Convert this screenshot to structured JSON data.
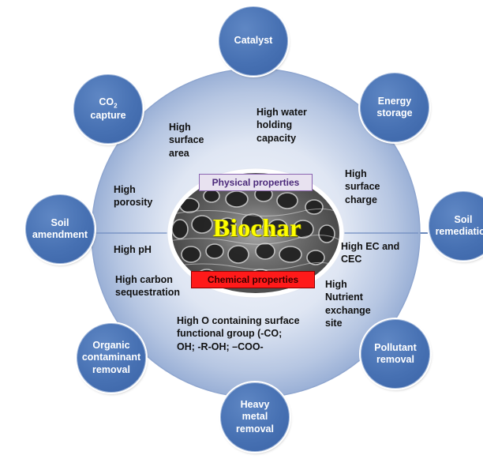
{
  "center": {
    "title": "Biochar",
    "physical_label": "Physical properties",
    "chemical_label": "Chemical properties"
  },
  "applications": {
    "catalyst": "Catalyst",
    "energy_storage": "Energy\nstorage",
    "soil_remediation": "Soil\nremediation",
    "pollutant_removal": "Pollutant\nremoval",
    "heavy_metal_removal": "Heavy\nmetal\nremoval",
    "organic_contaminant_removal": "Organic\ncontaminant\nremoval",
    "soil_amendment": "Soil\namendment",
    "co2_capture_prefix": "CO",
    "co2_capture_sub": "2",
    "co2_capture_suffix": "capture"
  },
  "physical_properties": {
    "surface_area": "High\nsurface\narea",
    "water_holding": "High water\nholding\ncapacity",
    "porosity": "High\nporosity",
    "surface_charge": "High\nsurface\ncharge"
  },
  "chemical_properties": {
    "ph": "High pH",
    "carbon_sequestration": "High carbon\nsequestration",
    "ec_cec": "High EC and\nCEC",
    "nutrient_exchange": "High\nNutrient\nexchange\nsite",
    "o_functional_groups": "High O containing surface\nfunctional group (-CO;\nOH; -R-OH; –COO-"
  },
  "colors": {
    "satellite_fill": "#4771b3",
    "ring_light": "#eef2fa",
    "ring_dark": "#9ab0d6",
    "physical_box": "#e8e2f0",
    "chemical_box": "#ff1a1a",
    "title_text": "#ffff00"
  }
}
